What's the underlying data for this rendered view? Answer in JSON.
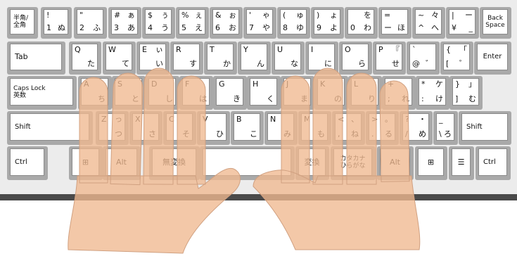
{
  "row1": [
    {
      "id": "zenkaku",
      "lines": [
        "半角/",
        "全角"
      ]
    },
    {
      "id": "1",
      "tl": "!",
      "bl": "1",
      "br": "ぬ"
    },
    {
      "id": "2",
      "tl": "\"",
      "bl": "2",
      "br": "ふ"
    },
    {
      "id": "3",
      "tl": "#",
      "tr": "ぁ",
      "bl": "3",
      "br": "あ"
    },
    {
      "id": "4",
      "tl": "$",
      "tr": "ぅ",
      "bl": "4",
      "br": "う"
    },
    {
      "id": "5",
      "tl": "%",
      "tr": "ぇ",
      "bl": "5",
      "br": "え"
    },
    {
      "id": "6",
      "tl": "&",
      "tr": "ぉ",
      "bl": "6",
      "br": "お"
    },
    {
      "id": "7",
      "tl": "'",
      "tr": "ゃ",
      "bl": "7",
      "br": "や"
    },
    {
      "id": "8",
      "tl": "(",
      "tr": "ゅ",
      "bl": "8",
      "br": "ゆ"
    },
    {
      "id": "9",
      "tl": ")",
      "tr": "ょ",
      "bl": "9",
      "br": "よ"
    },
    {
      "id": "0",
      "tr": "を",
      "bl": "0",
      "br": "わ"
    },
    {
      "id": "minus",
      "tl": "=",
      "bl": "ー",
      "br": "ほ"
    },
    {
      "id": "caret",
      "tl": "~",
      "tr": "々",
      "bl": "^",
      "br": "へ"
    },
    {
      "id": "yen",
      "tl": "|",
      "tr": "ー",
      "bl": "¥",
      "br": "_"
    },
    {
      "id": "backspace",
      "lines": [
        "Back",
        "Space"
      ]
    }
  ],
  "row2": [
    {
      "id": "tab",
      "label": "Tab"
    },
    {
      "id": "q",
      "tl": "Q",
      "br": "た"
    },
    {
      "id": "w",
      "tl": "W",
      "br": "て"
    },
    {
      "id": "e",
      "tl": "E",
      "tr": "ぃ",
      "br": "い"
    },
    {
      "id": "r",
      "tl": "R",
      "br": "す"
    },
    {
      "id": "t",
      "tl": "T",
      "br": "か"
    },
    {
      "id": "y",
      "tl": "Y",
      "br": "ん"
    },
    {
      "id": "u",
      "tl": "U",
      "br": "な"
    },
    {
      "id": "i",
      "tl": "I",
      "br": "に"
    },
    {
      "id": "o",
      "tl": "O",
      "br": "ら"
    },
    {
      "id": "p",
      "tl": "P",
      "tr": "『",
      "br": "せ"
    },
    {
      "id": "at",
      "tl": "`",
      "bl": "@",
      "br": "゛"
    },
    {
      "id": "bracket",
      "tl": "{",
      "tr": "「",
      "bl": "[",
      "br": "゜"
    },
    {
      "id": "enter",
      "label": "Enter"
    }
  ],
  "row3": [
    {
      "id": "capslock",
      "lines": [
        "Caps Lock",
        "英数"
      ]
    },
    {
      "id": "a",
      "tl": "A",
      "br": "ち"
    },
    {
      "id": "s",
      "tl": "S",
      "br": "と"
    },
    {
      "id": "d",
      "tl": "D",
      "br": "し"
    },
    {
      "id": "f",
      "tl": "F",
      "br": "は"
    },
    {
      "id": "g",
      "tl": "G",
      "br": "き"
    },
    {
      "id": "h",
      "tl": "H",
      "br": "く"
    },
    {
      "id": "j",
      "tl": "J",
      "br": "ま"
    },
    {
      "id": "k",
      "tl": "K",
      "br": "の"
    },
    {
      "id": "l",
      "tl": "L",
      "br": "り"
    },
    {
      "id": "semicolon",
      "tl": "+",
      "bl": ";",
      "br": "れ"
    },
    {
      "id": "colon",
      "tl": "*",
      "tr": "ケ",
      "bl": ":",
      "br": "け"
    },
    {
      "id": "rbracket",
      "tl": "}",
      "tr": "」",
      "bl": "]",
      "br": "む"
    }
  ],
  "row4": [
    {
      "id": "lshift",
      "label": "Shift"
    },
    {
      "id": "z",
      "tl": "Z",
      "tr": "っ",
      "br": "つ"
    },
    {
      "id": "x",
      "tl": "X",
      "br": "さ"
    },
    {
      "id": "c",
      "tl": "C",
      "br": "そ"
    },
    {
      "id": "v",
      "tl": "V",
      "br": "ひ"
    },
    {
      "id": "b",
      "tl": "B",
      "br": "こ"
    },
    {
      "id": "n",
      "tl": "N",
      "br": "み"
    },
    {
      "id": "m",
      "tl": "M",
      "br": "も"
    },
    {
      "id": "comma",
      "tl": "<",
      "tr": "、",
      "bl": ",",
      "br": "ね"
    },
    {
      "id": "period",
      "tl": ">",
      "tr": "。",
      "bl": ".",
      "br": "る"
    },
    {
      "id": "slash",
      "tl": "?",
      "tr": "・",
      "bl": "/",
      "br": "め"
    },
    {
      "id": "backslash",
      "tl": "_",
      "bl": "\\",
      "br": "ろ"
    },
    {
      "id": "rshift",
      "label": "Shift"
    }
  ],
  "row5": [
    {
      "id": "lctrl",
      "label": "Ctrl"
    },
    {
      "id": "lwin",
      "label": "⊞"
    },
    {
      "id": "lalt",
      "label": "Alt"
    },
    {
      "id": "muhenkan",
      "label": "無変換"
    },
    {
      "id": "space",
      "label": ""
    },
    {
      "id": "henkan",
      "label": "変換"
    },
    {
      "id": "kana",
      "lines": [
        "カタカナ",
        "ひらがな"
      ]
    },
    {
      "id": "ralt",
      "label": "Alt"
    },
    {
      "id": "rwin",
      "label": "⊞"
    },
    {
      "id": "menu",
      "label": "☰"
    },
    {
      "id": "rctrl",
      "label": "Ctrl"
    }
  ],
  "colors": {
    "key_shadow": "#a9a9a9",
    "key_face": "#ffffff",
    "hand_fill": "#f0b890",
    "hand_stroke": "#d0a080",
    "base": "#4a4a4a",
    "case": "#e6e6e6"
  }
}
